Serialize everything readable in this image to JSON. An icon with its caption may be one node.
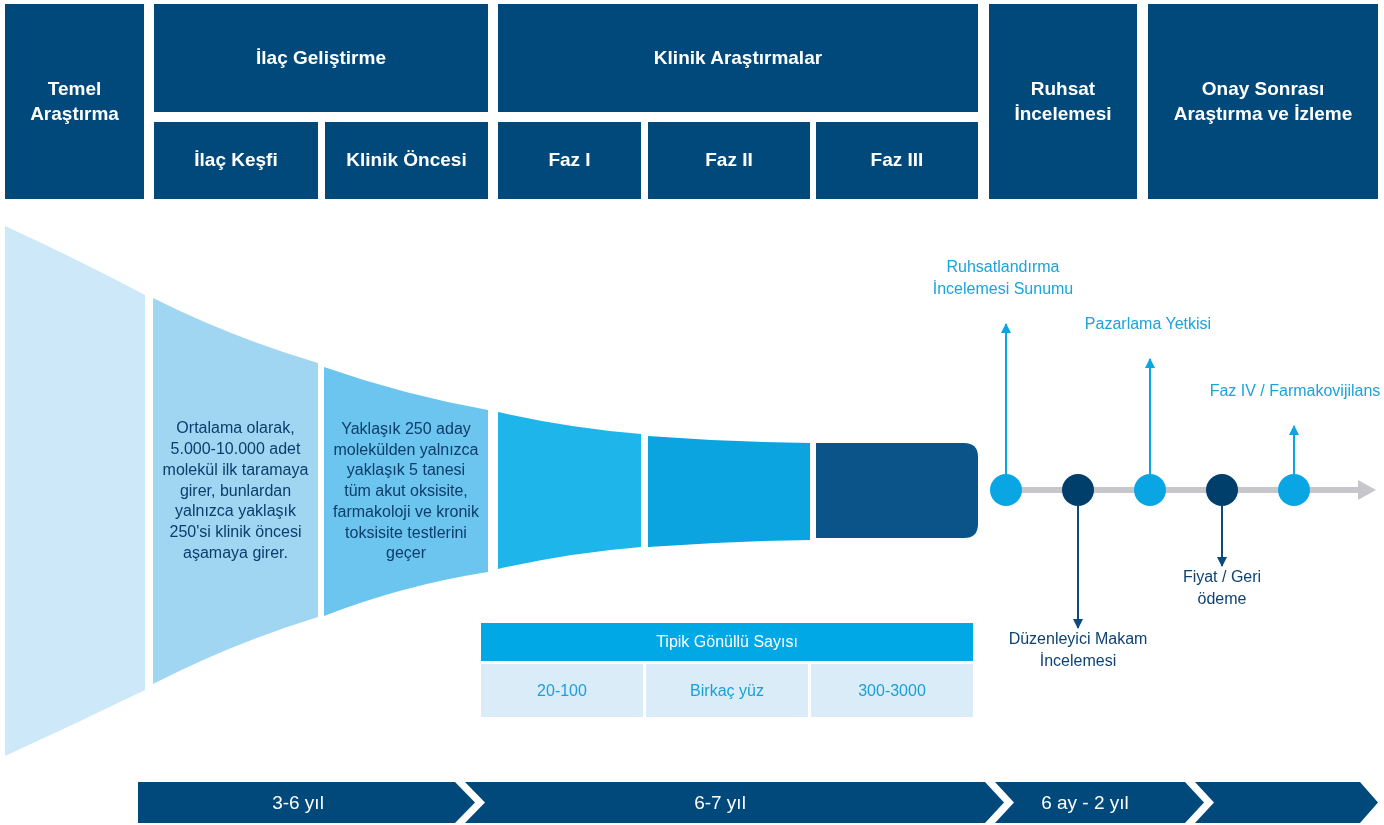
{
  "diagram": {
    "nodes": [
      {
        "text": [
          "Temel Araştırma"
        ]
      },
      {
        "text": [
          "İlaç Geliştirme"
        ]
      },
      {
        "text": [
          "İlaç Keşfi"
        ]
      },
      {
        "text": [
          "Klinik Öncesi"
        ]
      },
      {
        "text": [
          "Klinik Araştırmalar"
        ]
      },
      {
        "text": [
          "Faz I"
        ]
      },
      {
        "text": [
          "Faz II"
        ]
      },
      {
        "text": [
          "Faz III"
        ]
      },
      {
        "text": [
          "Ruhsat İncelemesi"
        ]
      },
      {
        "text": [
          "Onay Sonrası Araştırma ve İzleme"
        ]
      },
      {
        "text": [],
        "shape": "band"
      },
      {
        "text": [
          "Ortalama olarak, 5.000-10.000 adet molekül ilk taramaya girer, bunlardan yalnızca yaklaşık 250'si klinik öncesi aşamaya girer."
        ]
      },
      {
        "text": [
          "Yaklaşık 250 aday molekülden yalnızca yaklaşık 5 tanesi tüm akut oksisite, farmakoloji ve kronik toksisite testlerini geçer"
        ]
      },
      {
        "text": [],
        "shape": "band"
      },
      {
        "text": [],
        "shape": "band"
      },
      {
        "text": [],
        "shape": "box"
      },
      {
        "text": [],
        "shape": "circle"
      },
      {
        "text": [],
        "shape": "circle"
      },
      {
        "text": [],
        "shape": "circle"
      },
      {
        "text": [],
        "shape": "circle"
      },
      {
        "text": [],
        "shape": "circle"
      },
      {
        "text": [
          "Ruhsatlandırma İncelemesi Sunumu"
        ]
      },
      {
        "text": [
          "Pazarlama Yetkisi"
        ]
      },
      {
        "text": [
          "Faz IV / Farmakovijilans"
        ]
      },
      {
        "text": [
          "Düzenleyici Makam İncelemesi"
        ]
      },
      {
        "text": [
          "Fiyat / Geri ödeme"
        ]
      }
    ],
    "edges": [
      {
        "from": 16,
        "to": 21,
        "arrow": "to"
      },
      {
        "from": 17,
        "to": 24,
        "arrow": "to",
        "color": "#0b4a7a"
      },
      {
        "from": 18,
        "to": 22,
        "arrow": "to"
      },
      {
        "from": 19,
        "to": 25,
        "arrow": "to",
        "color": "#0b4a7a"
      },
      {
        "from": 20,
        "to": 23,
        "arrow": "to"
      }
    ],
    "labels": [
      "Tipik Gönüllü Sayısı",
      "20-100",
      "Birkaç yüz",
      "300-3000",
      "3-6 yıl",
      "6-7 yıl",
      "6 ay - 2 yıl"
    ]
  }
}
